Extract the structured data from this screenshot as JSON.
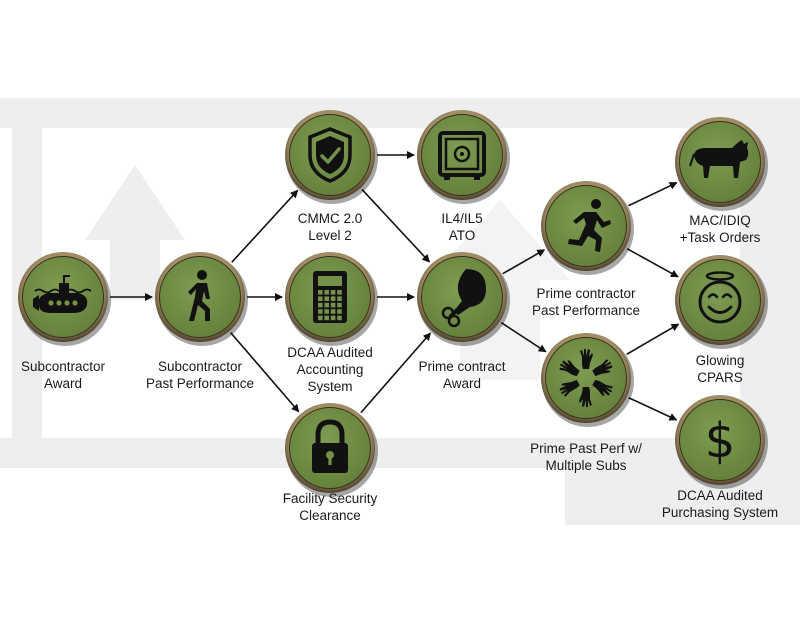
{
  "colors": {
    "node_fill": "#739148",
    "node_ring": "#8c7a56",
    "node_ring_dark": "#3f3524",
    "arrow": "#111111",
    "background_shape": "#ececec",
    "icon": "#111111"
  },
  "nodes": [
    {
      "id": "subcontractor-award",
      "label": "Subcontractor\nAward",
      "icon": "submarine-icon"
    },
    {
      "id": "subcontractor-past-performance",
      "label": "Subcontractor\nPast Performance",
      "icon": "walking-person-icon"
    },
    {
      "id": "cmmc",
      "label": "CMMC 2.0\nLevel 2",
      "icon": "shield-check-icon"
    },
    {
      "id": "dcaa-accounting",
      "label": "DCAA Audited\nAccounting\nSystem",
      "icon": "calculator-icon"
    },
    {
      "id": "facility-clearance",
      "label": "Facility Security\nClearance",
      "icon": "padlock-icon"
    },
    {
      "id": "il4-il5",
      "label": "IL4/IL5\nATO",
      "icon": "safe-icon"
    },
    {
      "id": "prime-contract-award",
      "label": "Prime contract\nAward",
      "icon": "drumstick-icon"
    },
    {
      "id": "prime-past-performance",
      "label": "Prime contractor\nPast Performance",
      "icon": "running-person-icon"
    },
    {
      "id": "prime-multiple-subs",
      "label": "Prime Past Perf w/\nMultiple Subs",
      "icon": "hands-circle-icon"
    },
    {
      "id": "mac-idiq",
      "label": "MAC/IDIQ\n+Task Orders",
      "icon": "bull-icon"
    },
    {
      "id": "glowing-cpars",
      "label": "Glowing\nCPARS",
      "icon": "halo-smiley-icon"
    },
    {
      "id": "dcaa-purchasing",
      "label": "DCAA Audited\nPurchasing System",
      "icon": "dollar-icon"
    }
  ],
  "edges": [
    [
      "subcontractor-award",
      "subcontractor-past-performance"
    ],
    [
      "subcontractor-past-performance",
      "cmmc"
    ],
    [
      "subcontractor-past-performance",
      "dcaa-accounting"
    ],
    [
      "subcontractor-past-performance",
      "facility-clearance"
    ],
    [
      "cmmc",
      "il4-il5"
    ],
    [
      "cmmc",
      "prime-contract-award"
    ],
    [
      "dcaa-accounting",
      "prime-contract-award"
    ],
    [
      "facility-clearance",
      "prime-contract-award"
    ],
    [
      "prime-contract-award",
      "prime-past-performance"
    ],
    [
      "prime-contract-award",
      "prime-multiple-subs"
    ],
    [
      "prime-past-performance",
      "mac-idiq"
    ],
    [
      "prime-past-performance",
      "glowing-cpars"
    ],
    [
      "prime-multiple-subs",
      "glowing-cpars"
    ],
    [
      "prime-multiple-subs",
      "dcaa-purchasing"
    ]
  ]
}
